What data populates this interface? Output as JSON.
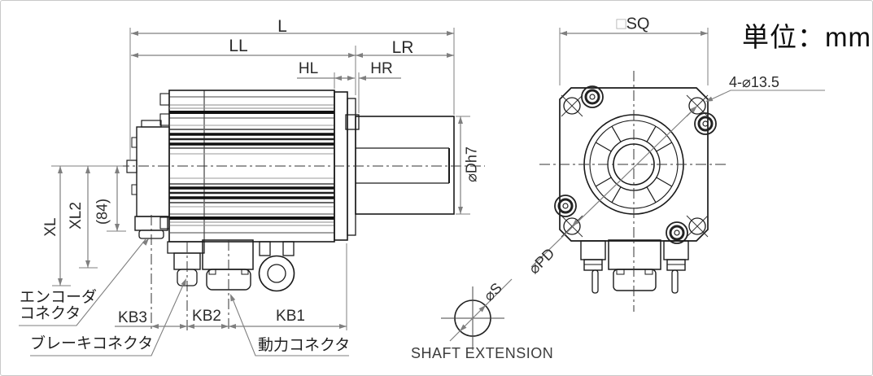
{
  "unit_note": "単位：mm",
  "side_view": {
    "dims": {
      "l": "L",
      "ll": "LL",
      "lr": "LR",
      "hl": "HL",
      "hr": "HR",
      "shaft_dia": "⌀Dh7",
      "xl": "XL",
      "xl2": "XL2",
      "height_84": "(84)",
      "kb3": "KB3",
      "kb2": "KB2",
      "kb1": "KB1"
    },
    "labels": {
      "encoder_connector_line1": "エンコーダ",
      "encoder_connector_line2": "コネクタ",
      "brake_connector": "ブレーキコネクタ",
      "power_connector": "動力コネクタ"
    }
  },
  "front_view": {
    "dims": {
      "square_symbol": "□",
      "square": "SQ",
      "bolt_holes": "4-⌀13.5",
      "pitch_circle": "⌀PD"
    }
  },
  "shaft_extension": {
    "caption": "SHAFT EXTENSION",
    "dims": {
      "shaft_s": "⌀S"
    }
  },
  "colors": {
    "line": "#1a1a1a",
    "dimension": "#7f7f7f",
    "text": "#2b2b2b"
  }
}
